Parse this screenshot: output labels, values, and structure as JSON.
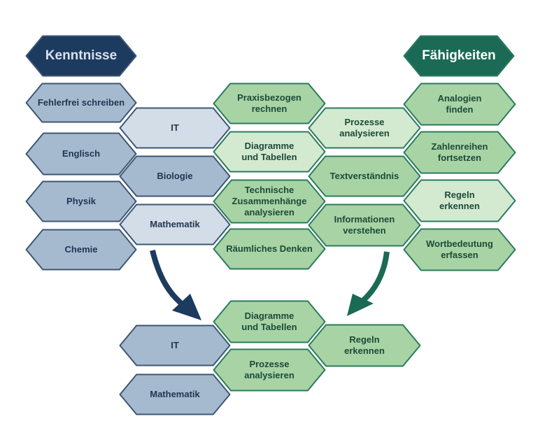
{
  "colors": {
    "kenntnisse_dark": "#1d3a5f",
    "kenntnisse_mid": "#a6bacf",
    "kenntnisse_light": "#d2dde8",
    "kenntnisse_border": "#3d5673",
    "kenntnisse_text": "#1f3550",
    "faehigkeiten_dark": "#1b6a55",
    "faehigkeiten_mid": "#a8d3a4",
    "faehigkeiten_light": "#d3ead0",
    "faehigkeiten_border": "#2b7b5e",
    "faehigkeiten_text": "#1c4a38"
  },
  "headings": {
    "kenntnisse": "Kenntnisse",
    "faehigkeiten": "Fähigkeiten"
  },
  "kenntnisse": {
    "fehlerfrei": "Fehlerfrei schreiben",
    "englisch": "Englisch",
    "physik": "Physik",
    "chemie": "Chemie",
    "it": "IT",
    "biologie": "Biologie",
    "mathematik": "Mathematik"
  },
  "faehigkeiten_center": {
    "praxisbezogen": "Praxisbezogen\nrechnen",
    "diagramme": "Diagramme\nund Tabellen",
    "technische": "Technische\nZusammenhänge\nanalysieren",
    "raeumliches": "Räumliches Denken",
    "prozesse": "Prozesse\nanalysieren",
    "textverstaendnis": "Textverständnis",
    "informationen": "Informationen\nverstehen"
  },
  "faehigkeiten_right": {
    "analogien": "Analogien\nfinden",
    "zahlenreihen": "Zahlenreihen\nfortsetzen",
    "regeln": "Regeln\nerkennen",
    "wortbedeutung": "Wortbedeutung\nerfassen"
  },
  "result": {
    "it": "IT",
    "mathematik": "Mathematik",
    "diagramme": "Diagramme\nund Tabellen",
    "prozesse": "Prozesse\nanalysieren",
    "regeln": "Regeln\nerkennen"
  }
}
